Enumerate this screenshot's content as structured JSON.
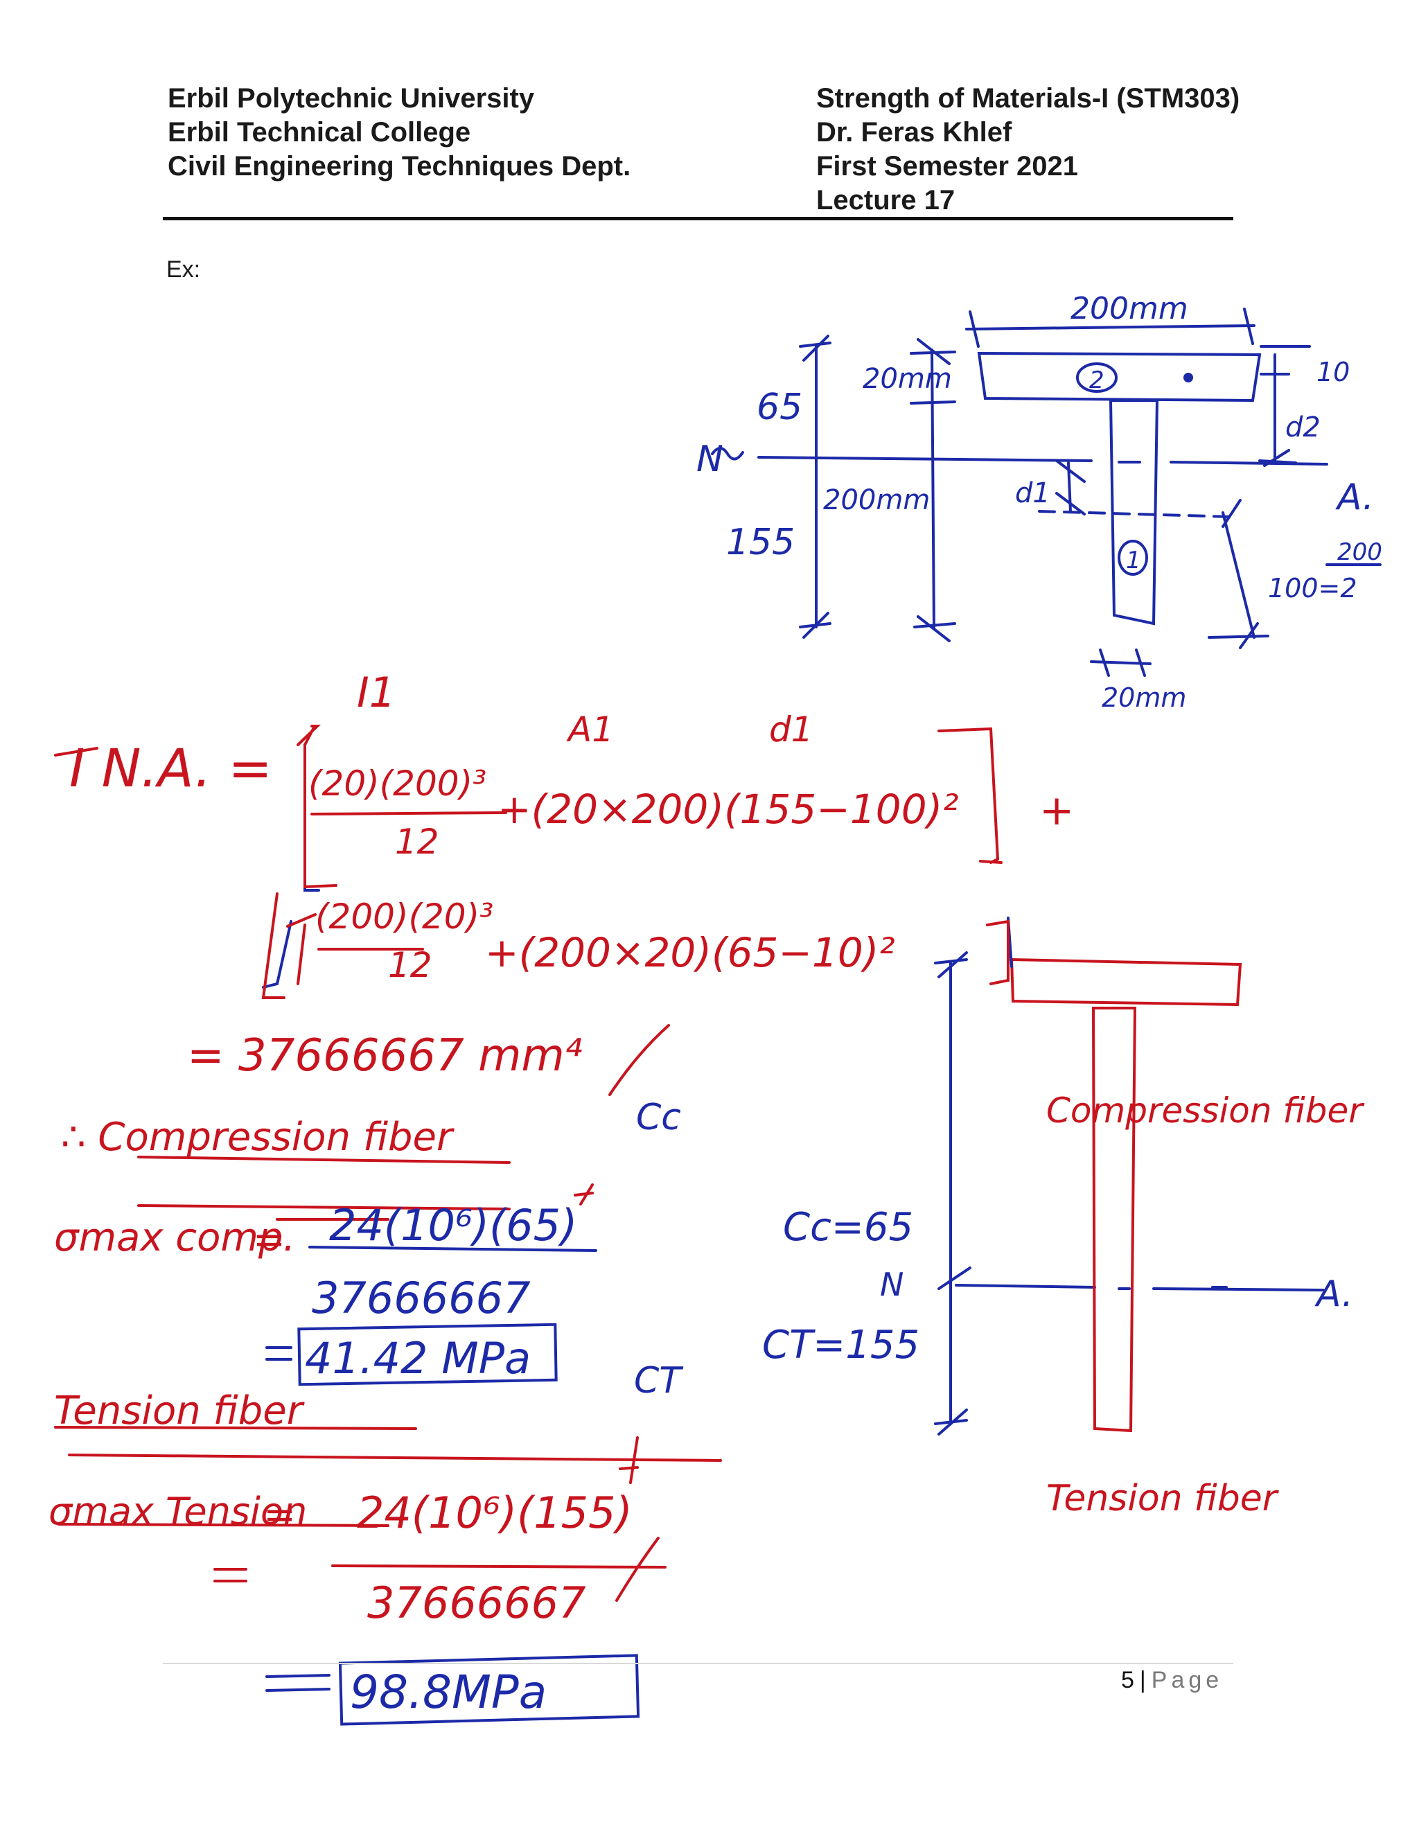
{
  "header": {
    "left": [
      "Erbil Polytechnic University",
      "Erbil Technical College",
      "Civil Engineering Techniques Dept."
    ],
    "right": [
      "Strength of Materials-I (STM303)",
      "Dr. Feras Khlef",
      "First Semester 2021",
      "Lecture 17"
    ]
  },
  "example_label": "Ex:",
  "diagram_top": {
    "flange_width": "200mm",
    "flange_thickness": "20mm",
    "web_depth": "200mm",
    "web_width": "20mm",
    "dim_top": "65",
    "dim_bottom": "155",
    "na_left": "N",
    "na_right": "A.",
    "part1": "1",
    "part2": "2",
    "dim_10": "10",
    "d1": "d1",
    "d2": "d2",
    "ratio_top": "200",
    "ratio_bottom": "100=2"
  },
  "moment_of_inertia": {
    "lhs": "I N.A. =",
    "label_I1": "I1",
    "label_A1": "A1",
    "label_d1": "d1",
    "term1_num": "(20)(200)³",
    "term1_den": "12",
    "term1_rest": "+(20×200)(155−100)²",
    "plus": "+",
    "term2_num": "(200)(20)³",
    "term2_den": "12",
    "term2_rest": "+(200×20)(65−10)²",
    "result": "= 37666667 mm⁴"
  },
  "compression": {
    "title": "∴ Compression fiber",
    "cc_label": "Cc",
    "sigma": "σmax comp.",
    "equals": "=",
    "numerator": "24(10⁶)(65)",
    "denominator": "37666667",
    "result_eq": "=",
    "result": "41.42 MPa"
  },
  "tension": {
    "title": "Tension fiber",
    "ct_label": "CT",
    "sigma": "σmax Tension",
    "equals": "=",
    "numerator": "24(10⁶)(155)",
    "denominator": "37666667",
    "result_eq": "=",
    "result": "98.8MPa"
  },
  "diagram_bottom": {
    "cc": "Cc=65",
    "ct": "CT=155",
    "na_left": "N",
    "na_right": "A.",
    "compression_label": "Compression fiber",
    "tension_label": "Tension fiber"
  },
  "footer": {
    "page_number": "5",
    "separator": "|",
    "page_word": "Page"
  },
  "colors": {
    "blue_ink": "#1c2aa8",
    "red_ink": "#c8141e"
  }
}
